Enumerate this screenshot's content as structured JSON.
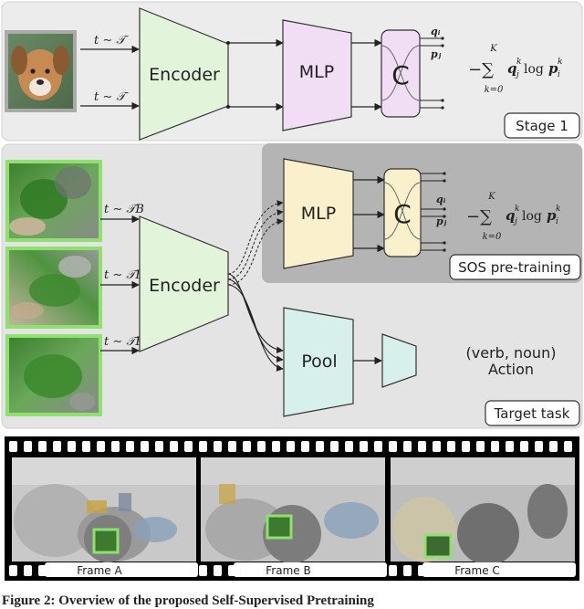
{
  "stage1": {
    "label": "Stage 1",
    "sample_top": "t ∼ 𝒯",
    "sample_bottom": "t ∼ 𝒯",
    "encoder": "Encoder",
    "mlp": "MLP",
    "c": "C",
    "out_q": "qᵢ",
    "out_p": "pⱼ",
    "loss": "−∑ q k j log p k i",
    "loss_sum_top": "K",
    "loss_sum_bottom": "k=0"
  },
  "target": {
    "label": "Target task",
    "sample_1": "t ∼ 𝒯B",
    "sample_2": "t ∼ 𝒯B",
    "sample_3": "t ∼ 𝒯B",
    "encoder": "Encoder",
    "pool": "Pool",
    "action_line1": "(verb, noun)",
    "action_line2": "Action"
  },
  "sos": {
    "label": "SOS pre-training",
    "mlp": "MLP",
    "c": "C",
    "out_q": "qᵢ",
    "out_p": "pⱼ",
    "loss_sum_top": "K",
    "loss_sum_bottom": "k=0"
  },
  "filmstrip": {
    "frames": [
      "Frame A",
      "Frame B",
      "Frame C"
    ]
  },
  "caption": "Figure 2: Overview of the proposed Self-Supervised Pretraining",
  "colors": {
    "stage1_bg": "#ececec",
    "target_bg": "#e4e4e4",
    "sos_bg": "#b4b4b4",
    "encoder_fill": "#e2f4da",
    "mlp_stage1_fill": "#f2def4",
    "mlp_sos_fill": "#fbf0cc",
    "pool_fill": "#d8f0ec",
    "frame_border": "#8fe06e"
  }
}
